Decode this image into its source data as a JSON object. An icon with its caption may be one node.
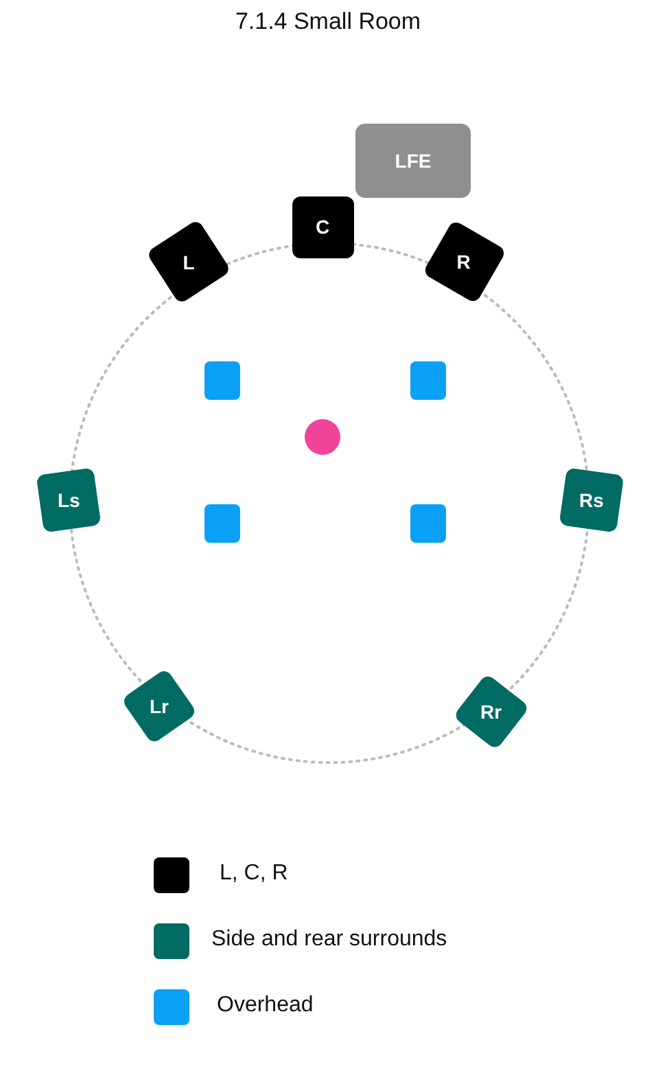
{
  "diagram": {
    "title": "7.1.4 Small Room",
    "nodes": [
      {
        "text": [
          "LFE"
        ]
      },
      {
        "text": [
          "C"
        ]
      },
      {
        "text": [
          "L"
        ]
      },
      {
        "text": [
          "R"
        ]
      },
      {
        "text": [],
        "shape": "box"
      },
      {
        "text": [],
        "shape": "box"
      },
      {
        "text": [],
        "shape": "circle"
      },
      {
        "text": [
          "Ls"
        ]
      },
      {
        "text": [
          "Rs"
        ]
      },
      {
        "text": [],
        "shape": "box"
      },
      {
        "text": [],
        "shape": "box"
      },
      {
        "text": [
          "Lr"
        ]
      },
      {
        "text": [
          "Rr"
        ]
      }
    ],
    "edges": [],
    "legend": [
      {
        "text": "L, C, R",
        "color": "#000000"
      },
      {
        "text": "Side and rear surrounds",
        "color": "#006b63"
      },
      {
        "text": "Overhead",
        "color": "#0aa0f5"
      }
    ]
  }
}
